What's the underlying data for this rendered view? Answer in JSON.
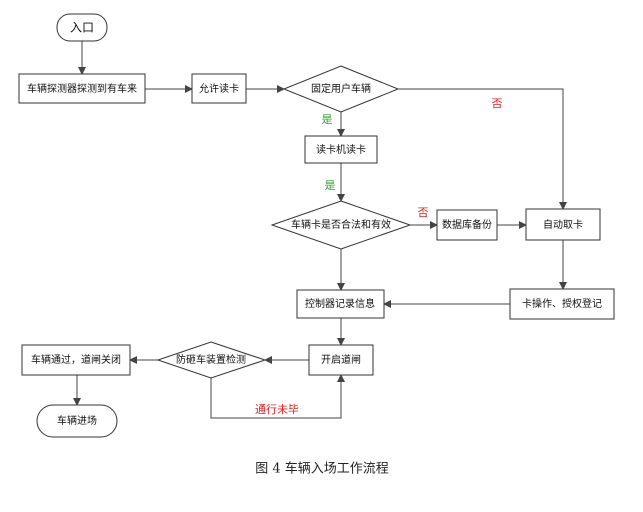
{
  "nodes": {
    "entrance": "入口",
    "detect": "车辆探测器探测到有车来",
    "allow_read": "允许读卡",
    "fixed_user": "固定用户车辆",
    "reader_read": "读卡机读卡",
    "card_valid": "车辆卡是否合法和有效",
    "db_backup": "数据库备份",
    "auto_card": "自动取卡",
    "ctrl_record": "控制器记录信息",
    "card_op": "卡操作、授权登记",
    "open_gate": "开启道闸",
    "anti_smash": "防砸车装置检测",
    "pass_close": "车辆通过，道闸关闭",
    "enter": "车辆进场"
  },
  "edge_labels": {
    "fixed_no": "否",
    "fixed_yes": "是",
    "reader_yes": "是",
    "valid_no": "否",
    "not_finished": "通行未毕"
  },
  "colors": {
    "yes": "#2e9d2e",
    "no": "#e02020"
  },
  "caption": "图 4  车辆入场工作流程"
}
